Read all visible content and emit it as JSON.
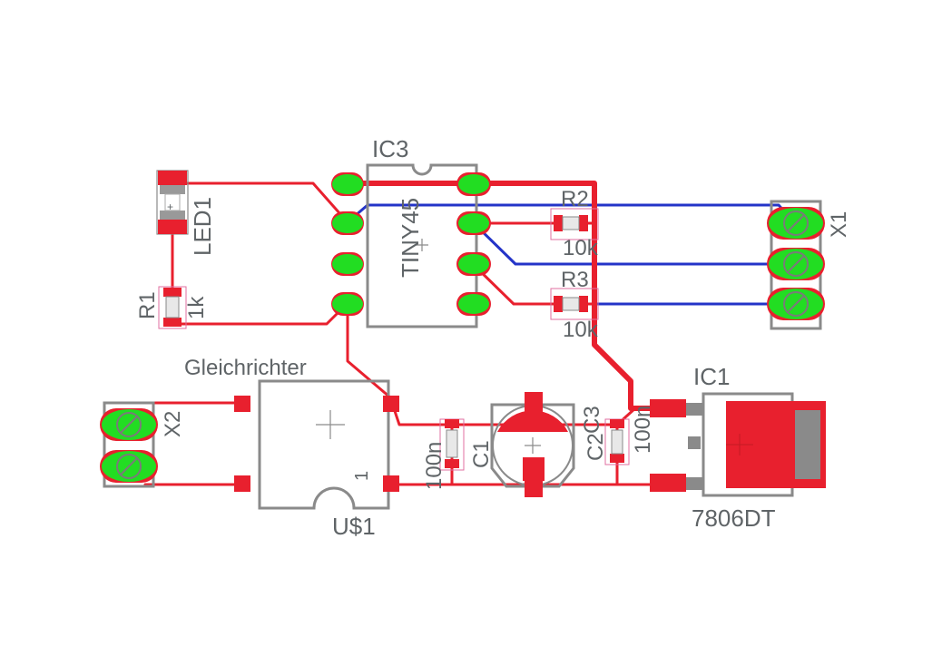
{
  "board": {
    "components": {
      "ic3": {
        "name": "IC3",
        "value": "TINY45"
      },
      "led1": {
        "name": "LED1",
        "polarity": "+"
      },
      "r1": {
        "name": "R1",
        "value": "1k"
      },
      "r2": {
        "name": "R2",
        "value": "10k"
      },
      "r3": {
        "name": "R3",
        "value": "10k"
      },
      "x1": {
        "name": "X1"
      },
      "x2": {
        "name": "X2"
      },
      "rectifier": {
        "label": "Gleichrichter",
        "name": "U$1",
        "pin1": "1"
      },
      "c1": {
        "name": "C1",
        "value": "100n"
      },
      "c2": {
        "name": "C2",
        "value": "100n"
      },
      "c3": {
        "name": "C3"
      },
      "ic1": {
        "name": "IC1",
        "value": "7806DT"
      }
    },
    "colors": {
      "top_copper": "#e8202e",
      "bottom_copper": "#2434c8",
      "through_hole_pad": "#22dd22",
      "silkscreen": "#8a8a8a",
      "text": "#5f6467"
    }
  }
}
